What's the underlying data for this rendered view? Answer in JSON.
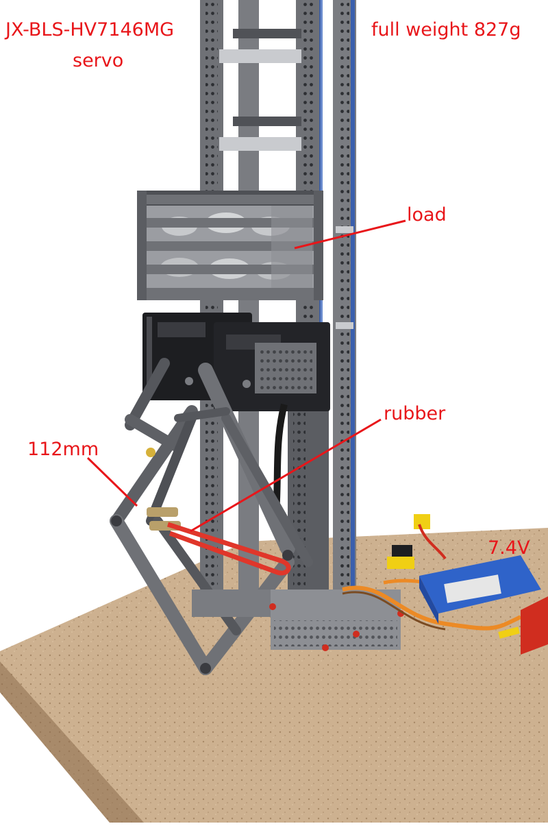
{
  "labels": {
    "servo_model": "JX-BLS-HV7146MG",
    "servo_word": "servo",
    "weight": "full weight 827g",
    "load": "load",
    "rubber": "rubber",
    "length": "112mm",
    "voltage": "7.4V"
  },
  "colors": {
    "annotation": "#e8161a",
    "beam": "#6f7176",
    "beam_dark": "#505257",
    "beam_light": "#a7a9ad",
    "axle_blue": "#2a58b8",
    "servo_black": "#1d1e21",
    "cork": "#cdb190",
    "rubber": "#e0362a",
    "battery_blue": "#2f63c9",
    "wire_orange": "#ec8a25",
    "connector_yellow": "#f0cf14",
    "pcb_red": "#d02d1f"
  }
}
